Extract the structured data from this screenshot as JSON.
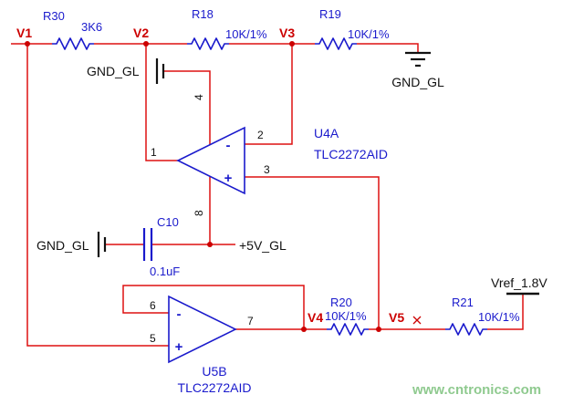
{
  "schematic": {
    "nets": {
      "v1": "V1",
      "v2": "V2",
      "v3": "V3",
      "v4": "V4",
      "v5": "V5"
    },
    "power": {
      "gnd_top": "GND_GL",
      "gnd_bottom": "GND_GL",
      "gnd_right": "GND_GL",
      "vcc": "+5V_GL",
      "vref": "Vref_1.8V"
    },
    "components": {
      "r30": {
        "ref": "R30",
        "value": "3K6"
      },
      "r18": {
        "ref": "R18",
        "value": "10K/1%"
      },
      "r19": {
        "ref": "R19",
        "value": "10K/1%"
      },
      "r20": {
        "ref": "R20",
        "value": "10K/1%"
      },
      "r21": {
        "ref": "R21",
        "value": "10K/1%"
      },
      "c10": {
        "ref": "C10",
        "value": "0.1uF"
      },
      "u4a": {
        "ref": "U4A",
        "part": "TLC2272AID",
        "pins": {
          "out": "1",
          "inv": "2",
          "noninv": "3",
          "vminus": "4",
          "vplus": "8"
        },
        "minus": "-",
        "plus": "+"
      },
      "u5b": {
        "ref": "U5B",
        "part": "TLC2272AID",
        "pins": {
          "inv": "6",
          "noninv": "5",
          "out": "7"
        },
        "minus": "-",
        "plus": "+"
      }
    },
    "watermark": "www.cntronics.com",
    "colors": {
      "wire": "#dd1111",
      "component": "#1a1acc",
      "net_label": "#cc0000",
      "symbol": "#111111",
      "watermark": "#8fca8f"
    }
  }
}
